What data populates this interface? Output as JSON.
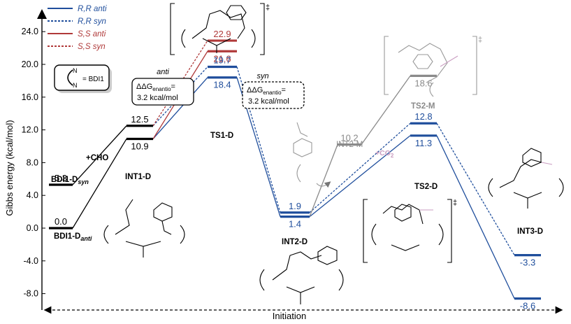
{
  "chart_data": {
    "type": "line",
    "title": "",
    "xlabel": "Initiation",
    "ylabel": "Gibbs energy (kcal/mol)",
    "ylim": [
      -10,
      28
    ],
    "grid": false,
    "legend_position": "top-left",
    "yticks": [
      "24.0",
      "20.0",
      "16.0",
      "12.0",
      "8.0",
      "4.0",
      "0.0",
      "-4.0",
      "-8.0"
    ],
    "ytick_values": [
      24,
      20,
      16,
      12,
      8,
      4,
      0,
      -4,
      -8
    ],
    "legend": [
      {
        "name": "R,R anti",
        "color": "#1f4e9c",
        "dash": "solid"
      },
      {
        "name": "R,R syn",
        "color": "#1f4e9c",
        "dash": "dotted"
      },
      {
        "name": "S,S anti",
        "color": "#b03a3a",
        "dash": "solid"
      },
      {
        "name": "S,S syn",
        "color": "#b03a3a",
        "dash": "dotted"
      }
    ],
    "bdi_key": {
      "label": "= BDI1",
      "glyph": "N"
    },
    "states": [
      {
        "id": "BDI1-Danti",
        "label": "BDI1-D",
        "subscript": "anti",
        "value": 0.0,
        "value_label": "0.0"
      },
      {
        "id": "BDI1-Dsyn",
        "label": "BDI1-D",
        "subscript": "syn",
        "value": 5.3,
        "value_label": "5.3"
      },
      {
        "id": "INT1-D-syn",
        "value": 12.5,
        "value_label": "12.5"
      },
      {
        "id": "INT1-D",
        "label": "INT1-D",
        "value": 10.9,
        "value_label": "10.9"
      },
      {
        "id": "TS1-D-SS-syn",
        "value": 22.9,
        "value_label": "22.9"
      },
      {
        "id": "TS1-D-SS-anti",
        "value": 21.6,
        "value_label": "21.6"
      },
      {
        "id": "TS1-D-RR-syn",
        "value": 19.7,
        "value_label": "19.7"
      },
      {
        "id": "TS1-D",
        "label": "TS1-D",
        "value": 18.4,
        "value_label": "18.4"
      },
      {
        "id": "INT2-D-syn",
        "value": 1.9,
        "value_label": "1.9"
      },
      {
        "id": "INT2-D",
        "label": "INT2-D",
        "value": 1.4,
        "value_label": "1.4"
      },
      {
        "id": "INT2-M",
        "label": "INT2-M",
        "value": 10.2,
        "value_label": "10.2"
      },
      {
        "id": "TS2-M",
        "label": "TS2-M",
        "value": 18.6,
        "value_label": "18.6"
      },
      {
        "id": "TS2-D-syn",
        "value": 12.8,
        "value_label": "12.8"
      },
      {
        "id": "TS2-D",
        "label": "TS2-D",
        "value": 11.3,
        "value_label": "11.3"
      },
      {
        "id": "INT3-D-syn",
        "value": -3.3,
        "value_label": "-3.3"
      },
      {
        "id": "INT3-D",
        "label": "INT3-D",
        "value": -8.6,
        "value_label": "-8.6"
      }
    ],
    "series": [
      {
        "name": "R,R anti",
        "points": [
          0.0,
          10.9,
          18.4,
          1.4,
          11.3,
          -8.6
        ]
      },
      {
        "name": "R,R syn",
        "points": [
          5.3,
          12.5,
          19.7,
          1.9,
          12.8,
          -3.3
        ]
      },
      {
        "name": "S,S anti",
        "points": [
          10.9,
          21.6
        ]
      },
      {
        "name": "S,S syn",
        "points": [
          12.5,
          22.9
        ]
      },
      {
        "name": "INT2-M path",
        "points": [
          1.4,
          10.2,
          18.6
        ]
      }
    ],
    "annotations": {
      "plus_cho": "+CHO",
      "plus_co2": "+CO",
      "co2_sub": "2",
      "anti_box": {
        "title": "anti",
        "line1a": "ΔΔG",
        "line1sub": "enantio",
        "line1b": "=",
        "line2": "3.2 kcal/mol"
      },
      "syn_box": {
        "title": "syn",
        "line1a": "ΔΔG",
        "line1sub": "enantio",
        "line1b": "=",
        "line2": "3.2 kcal/mol"
      },
      "dagger": "‡"
    }
  }
}
